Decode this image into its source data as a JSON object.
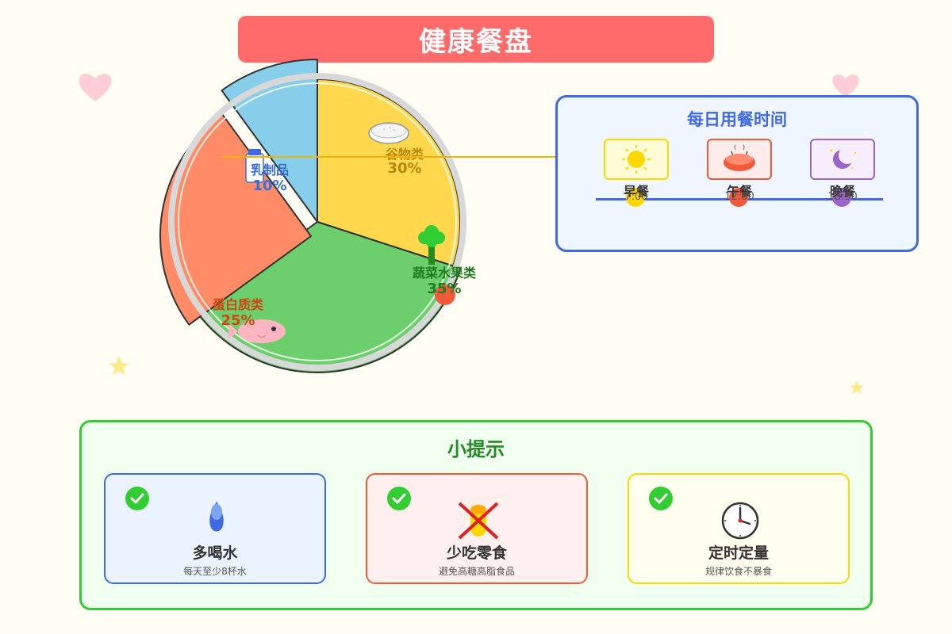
{
  "header": {
    "title": "健康餐盘"
  },
  "chart_data": {
    "type": "pie",
    "slices": [
      {
        "name": "谷物类",
        "label": "30%",
        "value": 30,
        "color": "#ffd84d",
        "text_color": "#b8860b"
      },
      {
        "name": "蔬菜水果类",
        "label": "35%",
        "value": 35,
        "color": "#6ccf6c",
        "text_color": "#1e7b1e"
      },
      {
        "name": "蛋白质类",
        "label": "25%",
        "value": 25,
        "color": "#ff8c66",
        "text_color": "#d2440f"
      },
      {
        "name": "乳制品",
        "label": "10%",
        "value": 10,
        "color": "#87ceeb",
        "text_color": "#3a6fd8"
      }
    ]
  },
  "schedule": {
    "title": "每日用餐时间",
    "meals": [
      {
        "name": "早餐",
        "time": "7:00",
        "icon": "sun-icon",
        "color": "#ffd700"
      },
      {
        "name": "午餐",
        "time": "12:00",
        "icon": "bowl-icon",
        "color": "#f05a3a"
      },
      {
        "name": "晚餐",
        "time": "18:30",
        "icon": "moon-icon",
        "color": "#9966cc"
      }
    ]
  },
  "tips": {
    "title": "小提示",
    "items": [
      {
        "title": "多喝水",
        "desc": "每天至少8杯水",
        "icon": "water-drop-icon"
      },
      {
        "title": "少吃零食",
        "desc": "避免高糖高脂食品",
        "icon": "no-snack-icon"
      },
      {
        "title": "定时定量",
        "desc": "规律饮食不暴食",
        "icon": "clock-icon"
      }
    ]
  },
  "colors": {
    "accent": "#ff6b6b",
    "schedule": "#4169e1",
    "tips": "#32cd32"
  }
}
